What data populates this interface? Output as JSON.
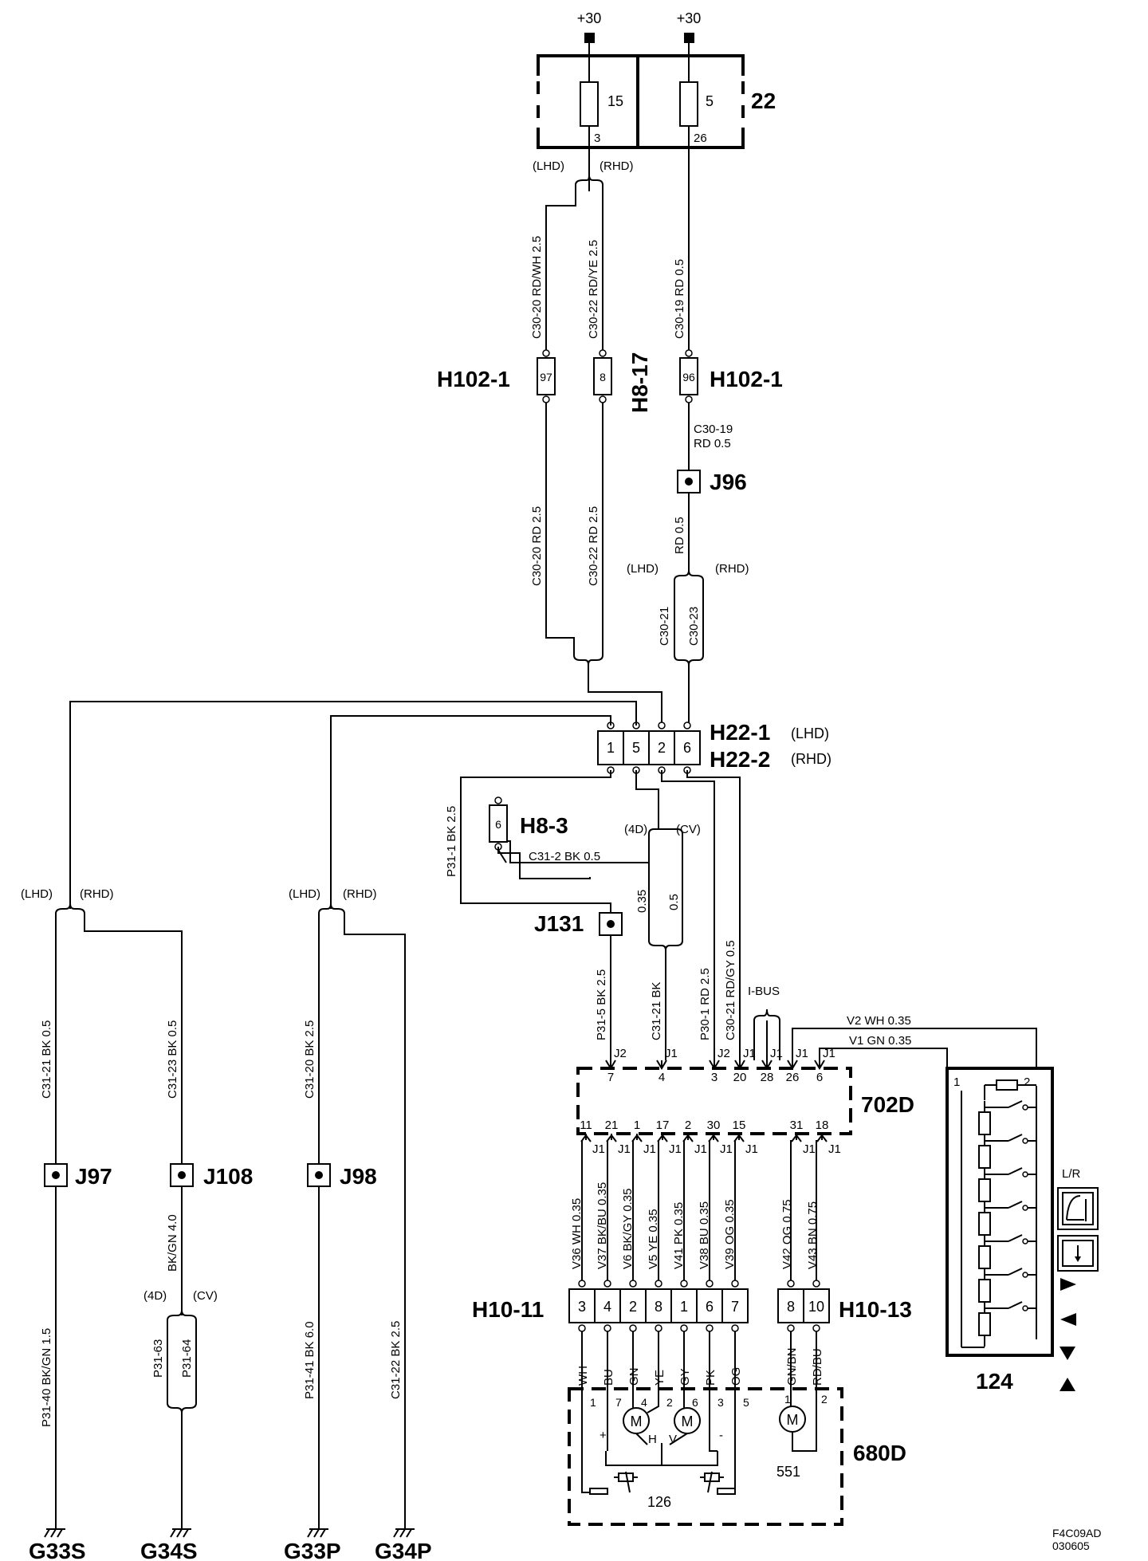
{
  "supply": {
    "left": "+30",
    "right": "+30"
  },
  "fusebox": {
    "id": "22",
    "fuse_a": "15",
    "fuse_a_pin": "3",
    "fuse_b": "5",
    "fuse_b_pin": "26"
  },
  "variants": {
    "lhd": "(LHD)",
    "rhd": "(RHD)",
    "d4": "(4D)",
    "cv": "(CV)"
  },
  "wires": {
    "c30_20_top": "C30-20 RD/WH 2.5",
    "c30_22_top": "C30-22 RD/YE 2.5",
    "c30_19_top": "C30-19 RD 0.5",
    "c30_19_mid_a": "C30-19",
    "c30_19_mid_b": "RD 0.5",
    "c30_20_mid": "C30-20 RD 2.5",
    "c30_22_mid": "C30-22 RD 2.5",
    "rd_05": "RD 0.5",
    "c30_21": "C30-21",
    "c30_23": "C30-23",
    "p31_1": "P31-1 BK 2.5",
    "c31_2": "C31-2 BK 0.5",
    "w035": "0.35",
    "w05": "0.5",
    "p31_5": "P31-5 BK 2.5",
    "c31_21_bk": "C31-21 BK",
    "p30_1": "P30-1 RD 2.5",
    "c30_21_rdgy": "C30-21 RD/GY 0.5",
    "ibus": "I-BUS",
    "v2": "V2  WH  0.35",
    "v1": "V1  GN  0.35",
    "c31_21_left": "C31-21 BK 0.5",
    "c31_23_left": "C31-23 BK 0.5",
    "c31_20_left": "C31-20 BK 2.5",
    "p31_40": "P31-40 BK/GN 1.5",
    "bkgn_40": "BK/GN 4.0",
    "p31_63": "P31-63",
    "p31_64": "P31-64",
    "p31_41": "P31-41 BK 6.0",
    "c31_22": "C31-22 BK 2.5",
    "v36": "V36 WH 0.35",
    "v37": "V37 BK/BU 0.35",
    "v6": "V6 BK/GY 0.35",
    "v5": "V5 YE 0.35",
    "v41": "V41 PK 0.35",
    "v38": "V38 BU 0.35",
    "v39": "V39 OG 0.35",
    "v42": "V42 OG 0.75",
    "v43": "V43 BN 0.75"
  },
  "connectors": {
    "h102_left": "H102-1",
    "h102_left_pin": "97",
    "h8_17": "H8-17",
    "h8_17_pin": "8",
    "h102_right": "H102-1",
    "h102_right_pin": "96",
    "h22_1": "H22-1",
    "h22_1_var": "(LHD)",
    "h22_2": "H22-2",
    "h22_2_var": "(RHD)",
    "h22_pins": [
      "1",
      "5",
      "2",
      "6"
    ],
    "h8_3": "H8-3",
    "h8_3_pin": "6",
    "h10_11": "H10-11",
    "h10_11_pins": [
      "3",
      "4",
      "2",
      "8",
      "1",
      "6",
      "7"
    ],
    "h10_13": "H10-13",
    "h10_13_pins": [
      "8",
      "10"
    ]
  },
  "junctions": {
    "j96": "J96",
    "j131": "J131",
    "j97": "J97",
    "j108": "J108",
    "j98": "J98"
  },
  "module_702d": {
    "id": "702D",
    "top_pins": [
      "7",
      "4",
      "3",
      "20",
      "28",
      "26",
      "6"
    ],
    "top_conns": [
      "J2",
      "J1",
      "J2",
      "J1",
      "J1",
      "J1",
      "J1"
    ],
    "bottom_pins": [
      "11",
      "21",
      "1",
      "17",
      "2",
      "30",
      "15",
      "31",
      "18"
    ],
    "bottom_conns": [
      "J1",
      "J1",
      "J1",
      "J1",
      "J1",
      "J1",
      "J1",
      "J1",
      "J1"
    ]
  },
  "switch_124": {
    "id": "124",
    "pin1": "1",
    "pin2": "2",
    "lr": "L/R"
  },
  "mirror_680d": {
    "id": "680D",
    "colors": [
      "WH",
      "BU",
      "GN",
      "YE",
      "GY",
      "PK",
      "OG",
      "GN/BN",
      "RD/BU"
    ],
    "pins": [
      "1",
      "7",
      "4",
      "2",
      "6",
      "3",
      "5"
    ],
    "plus": "+",
    "minus": "-",
    "h": "H",
    "v": "V",
    "sensor": "126",
    "motor_fold": "551",
    "fold_pins": [
      "1",
      "2"
    ],
    "m": "M"
  },
  "grounds": {
    "g33s": "G33S",
    "g34s": "G34S",
    "g33p": "G33P",
    "g34p": "G34P"
  },
  "footer": {
    "code": "F4C09AD",
    "date": "030605"
  }
}
